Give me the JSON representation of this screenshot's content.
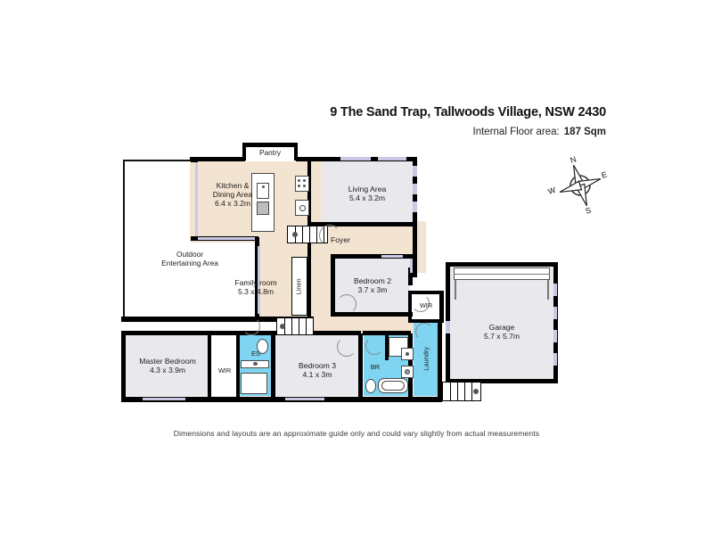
{
  "header": {
    "title": "9 The Sand Trap, Tallwoods Village, NSW 2430",
    "floor_area_label": "Internal Floor area:",
    "floor_area_value": "187 Sqm"
  },
  "footer": {
    "disclaimer": "Dimensions and layouts are an approximate guide only and could vary slightly from actual measurements"
  },
  "compass": {
    "north": "N",
    "east": "E",
    "south": "S",
    "west": "W"
  },
  "colors": {
    "living_fill": "#f3e3d1",
    "room_fill": "#e9e9ed",
    "wet_fill": "#7fd5f1",
    "wall": "#000000",
    "window": "#c9c9e4",
    "page_bg": "#ffffff"
  },
  "rooms": [
    {
      "id": "pantry",
      "name": "Pantry",
      "dims": ""
    },
    {
      "id": "kitchen",
      "name": "Kitchen &\nDining Area",
      "dims": "6.4 x 3.2m"
    },
    {
      "id": "living",
      "name": "Living Area",
      "dims": "5.4 x 3.2m"
    },
    {
      "id": "foyer",
      "name": "Foyer",
      "dims": ""
    },
    {
      "id": "outdoor",
      "name": "Outdoor\nEntertaining Area",
      "dims": ""
    },
    {
      "id": "family",
      "name": "Family room",
      "dims": "5.3 x 4.8m"
    },
    {
      "id": "linen",
      "name": "Linen",
      "dims": ""
    },
    {
      "id": "bedroom2",
      "name": "Bedroom 2",
      "dims": "3.7 x 3m"
    },
    {
      "id": "wir2",
      "name": "WIR",
      "dims": ""
    },
    {
      "id": "garage",
      "name": "Garage",
      "dims": "5.7 x 5.7m"
    },
    {
      "id": "master",
      "name": "Master Bedroom",
      "dims": "4.3 x 3.9m"
    },
    {
      "id": "wir1",
      "name": "WIR",
      "dims": ""
    },
    {
      "id": "ensuite",
      "name": "ES",
      "dims": ""
    },
    {
      "id": "bedroom3",
      "name": "Bedroom 3",
      "dims": "4.1 x 3m"
    },
    {
      "id": "bathroom",
      "name": "BR",
      "dims": ""
    },
    {
      "id": "laundry",
      "name": "Laundry",
      "dims": ""
    }
  ],
  "labels": {
    "pantry": "Pantry",
    "kitchen_line1": "Kitchen &",
    "kitchen_line2": "Dining Area",
    "kitchen_dims": "6.4 x 3.2m",
    "living_name": "Living Area",
    "living_dims": "5.4 x 3.2m",
    "foyer": "Foyer",
    "outdoor_line1": "Outdoor",
    "outdoor_line2": "Entertaining Area",
    "family_name": "Family room",
    "family_dims": "5.3 x 4.8m",
    "linen": "Linen",
    "bedroom2_name": "Bedroom 2",
    "bedroom2_dims": "3.7 x 3m",
    "wir2": "WIR",
    "garage_name": "Garage",
    "garage_dims": "5.7 x 5.7m",
    "master_name": "Master Bedroom",
    "master_dims": "4.3 x 3.9m",
    "wir1": "WIR",
    "ensuite": "ES",
    "bedroom3_name": "Bedroom 3",
    "bedroom3_dims": "4.1 x 3m",
    "bathroom": "BR",
    "laundry": "Laundry"
  }
}
